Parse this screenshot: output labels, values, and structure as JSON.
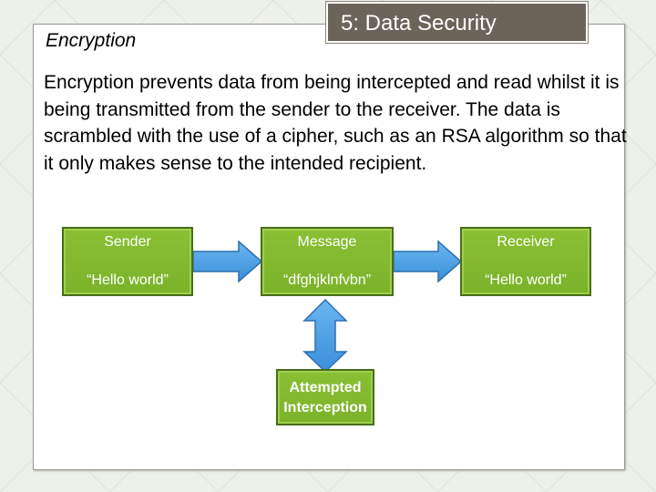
{
  "slide": {
    "title": "5: Data Security",
    "section_heading": "Encryption",
    "body": "Encryption prevents data from being intercepted and read whilst it is being transmitted from the sender to the receiver. The data is scrambled with the use of a cipher, such as an RSA algorithm so that it only makes sense to the intended recipient."
  },
  "diagram": {
    "nodes": {
      "sender": {
        "label": "Sender",
        "value": "“Hello world”"
      },
      "message": {
        "label": "Message",
        "value": "“dfghjklnfvbn”"
      },
      "receiver": {
        "label": "Receiver",
        "value": "“Hello world”"
      },
      "interception": {
        "line1": "Attempted",
        "line2": "Interception"
      }
    }
  },
  "colors": {
    "node_fill": "#7cb52d",
    "arrow_fill": "#4a9de0",
    "title_box": "#6b6459"
  }
}
